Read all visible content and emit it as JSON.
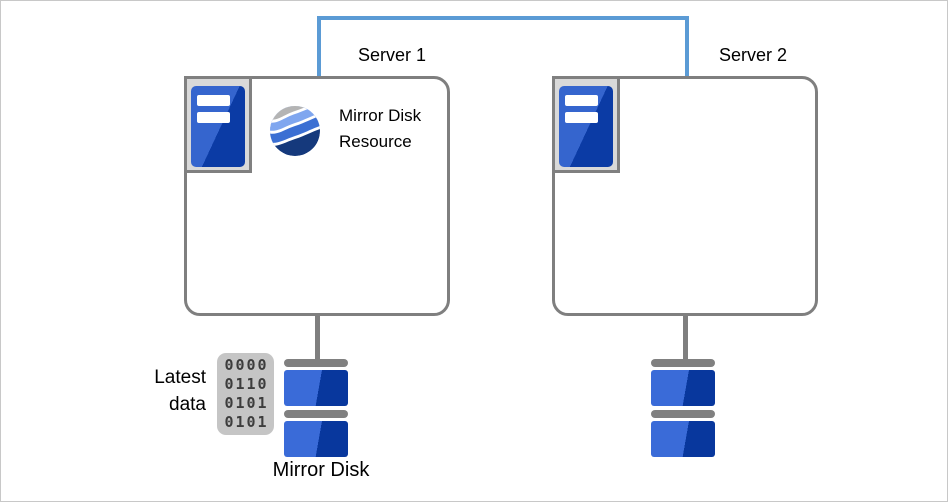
{
  "diagram": {
    "connection": {
      "color": "#5B9BD5"
    },
    "server1": {
      "label": "Server 1",
      "resource": {
        "label": "Mirror Disk Resource",
        "icon": "wave-globe-icon"
      },
      "disk": {
        "label": "Mirror Disk",
        "latest_data_label": "Latest\ndata",
        "binary_rows": [
          "0000",
          "0110",
          "0101",
          "0101"
        ]
      }
    },
    "server2": {
      "label": "Server 2"
    },
    "icons": {
      "server_tower": "server-tower-icon",
      "mirror_disk_resource": "mirror-disk-resource-icon",
      "disk_stack": "disk-stack-icon"
    },
    "colors": {
      "connector_blue": "#5B9BD5",
      "box_border_gray": "#7F7F7F",
      "server_icon_bg": "#D9D9D9",
      "blue_light": "#3A6BD8",
      "blue_dark": "#08379D",
      "binary_block_bg": "#C5C5C5",
      "wave_gray": "#B4B4B4",
      "wave_light_blue": "#7FA6EF",
      "wave_mid_blue": "#3B6FD3",
      "wave_navy": "#15397C"
    }
  }
}
